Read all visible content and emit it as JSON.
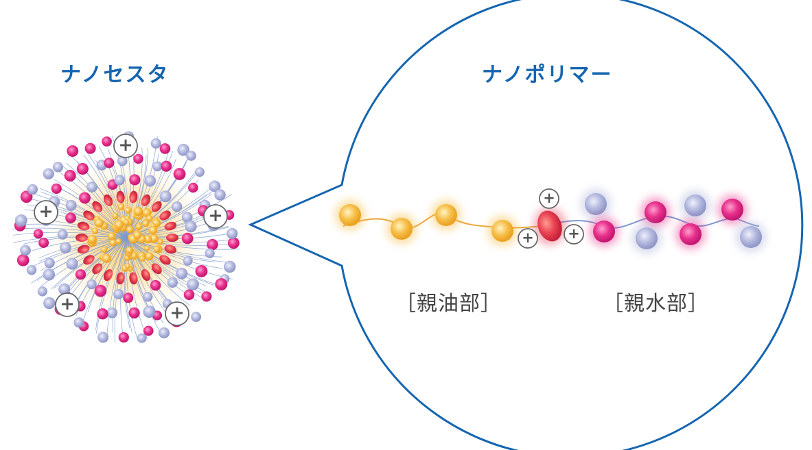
{
  "diagram": {
    "nanocesta": {
      "title": "ナノセスタ"
    },
    "nanopolymer": {
      "title": "ナノポリマー",
      "lipophilic_label": "［親油部］",
      "hydrophilic_label": "［親水部］"
    },
    "charge_symbol": "+",
    "colors": {
      "title": "#1565b0",
      "bubble_stroke": "#1565b0",
      "lipophilic_bead": "#f6b735",
      "anchor_bead": "#e53950",
      "magenta_bead": "#e8318c",
      "lavender_bead": "#aab0d8",
      "chain_line": "#7d9ad0",
      "charge_circle": "#666666"
    }
  }
}
